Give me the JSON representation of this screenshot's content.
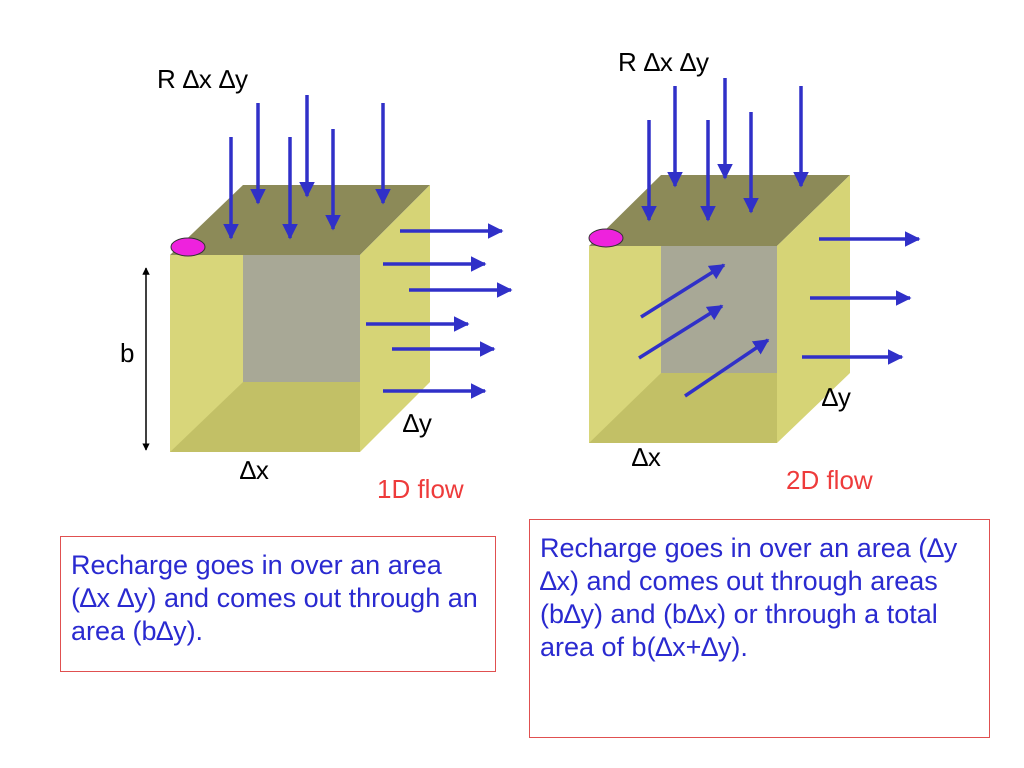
{
  "colors": {
    "arrow": "#3030c8",
    "top_face": "#8c8a58",
    "face": "#e1df86",
    "side_face": "#d6d476",
    "inner_face": "#a8a896",
    "bottom_inner": "#c2c066",
    "dot": "#ee22dd",
    "flow_label": "#ee3b3b",
    "box_text": "#2a2ad0",
    "box_border": "#e05050"
  },
  "diagram_1d": {
    "recharge_label": "R ∆x ∆y",
    "b_label": "b",
    "dx_label": "∆x",
    "dy_label": "∆y",
    "flow_label": "1D flow",
    "description": "Recharge goes in over an area (∆x ∆y) and comes out through an area (b∆y)."
  },
  "diagram_2d": {
    "recharge_label": "R ∆x ∆y",
    "dx_label": "∆x",
    "dy_label": "∆y",
    "flow_label": "2D flow",
    "description": "Recharge goes in over an area (∆y ∆x) and comes out through areas (b∆y) and (b∆x) or through a total area of b(∆x+∆y)."
  }
}
